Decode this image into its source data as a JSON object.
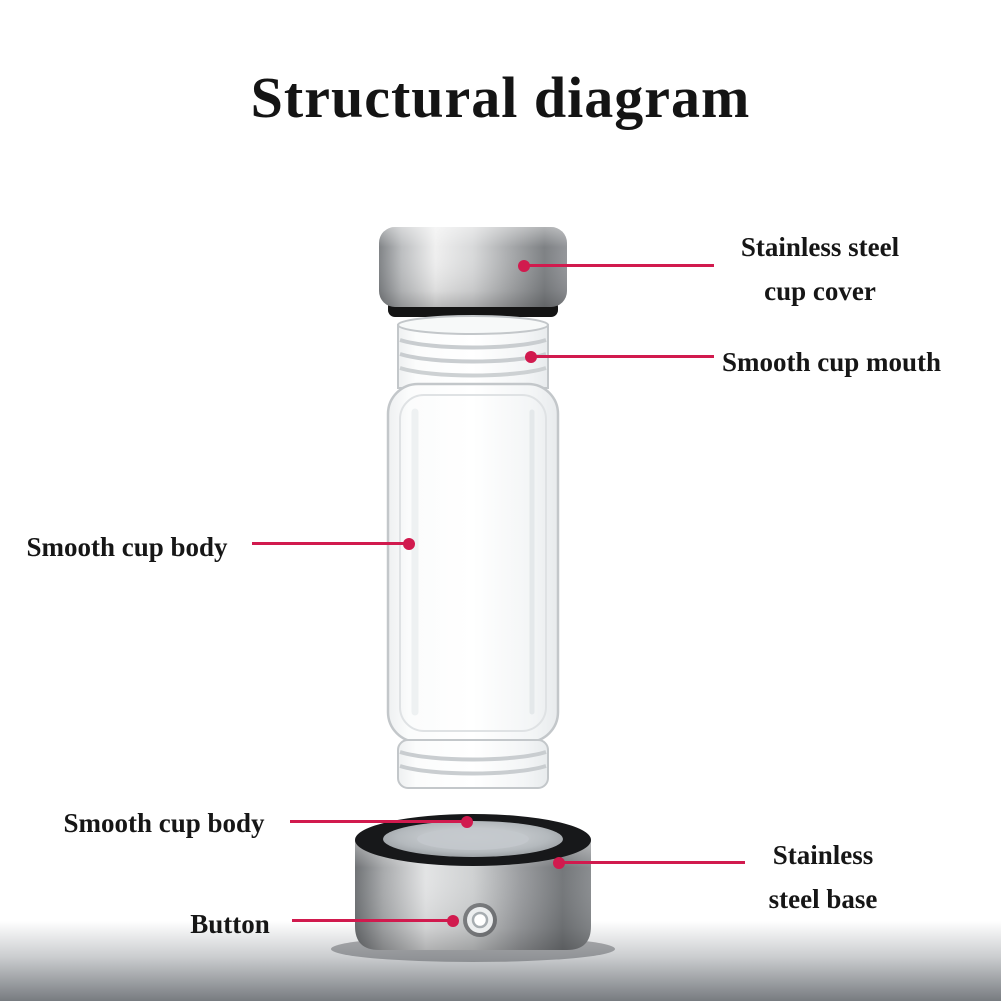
{
  "title": "Structural diagram",
  "callouts": {
    "cup_cover": {
      "line1": "Stainless steel",
      "line2": "cup cover"
    },
    "cup_mouth": {
      "label": "Smooth cup mouth"
    },
    "cup_body_left": {
      "label": "Smooth cup body"
    },
    "cup_body_lower": {
      "label": "Smooth cup body"
    },
    "button": {
      "label": "Button"
    },
    "base": {
      "line1": "Stainless",
      "line2": "steel base"
    }
  },
  "colors": {
    "callout_line": "#d11a4e",
    "title_text": "#141414",
    "label_text": "#161616"
  }
}
